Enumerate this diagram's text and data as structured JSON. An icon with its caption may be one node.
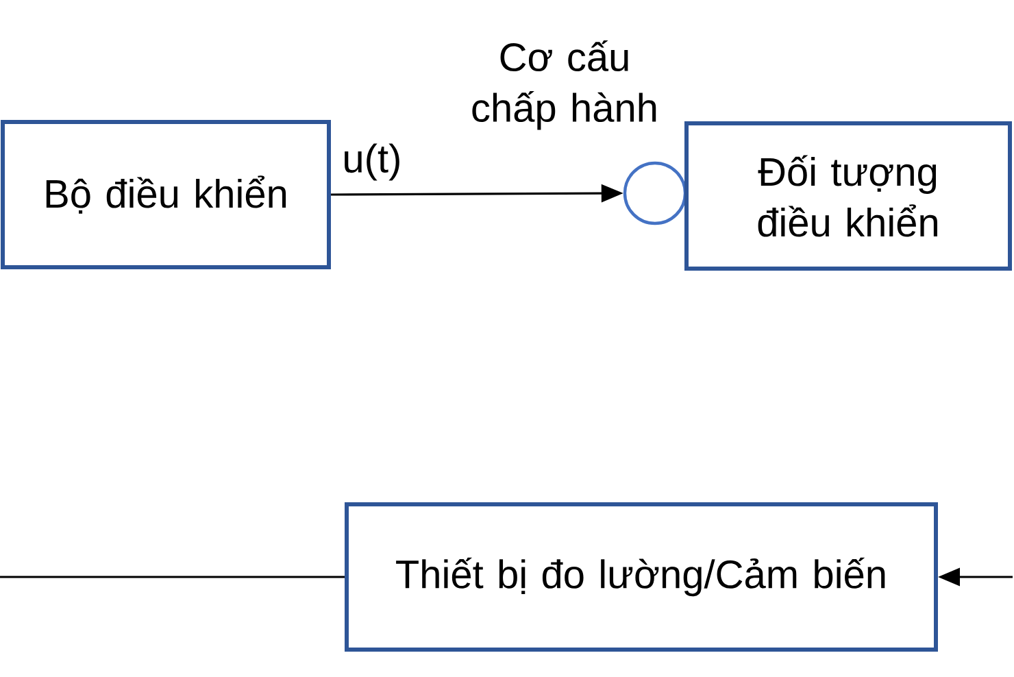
{
  "diagram": {
    "nodes": [
      {
        "text": [
          "Bộ điều khiển"
        ]
      },
      {
        "text": [],
        "shape": "circle",
        "beside": [
          "Cơ cấu chấp hành"
        ]
      },
      {
        "text": [
          "Đối tượng điều khiển"
        ]
      },
      {
        "text": [
          "Thiết bị đo lường/Cảm biến"
        ]
      }
    ],
    "edges": [
      {
        "from": 0,
        "to": 1,
        "arrow": "to",
        "label": "u(t)"
      },
      {
        "from": null,
        "to": 3,
        "arrow": "to"
      },
      {
        "from": 3,
        "to": null,
        "arrow": "none"
      }
    ]
  }
}
